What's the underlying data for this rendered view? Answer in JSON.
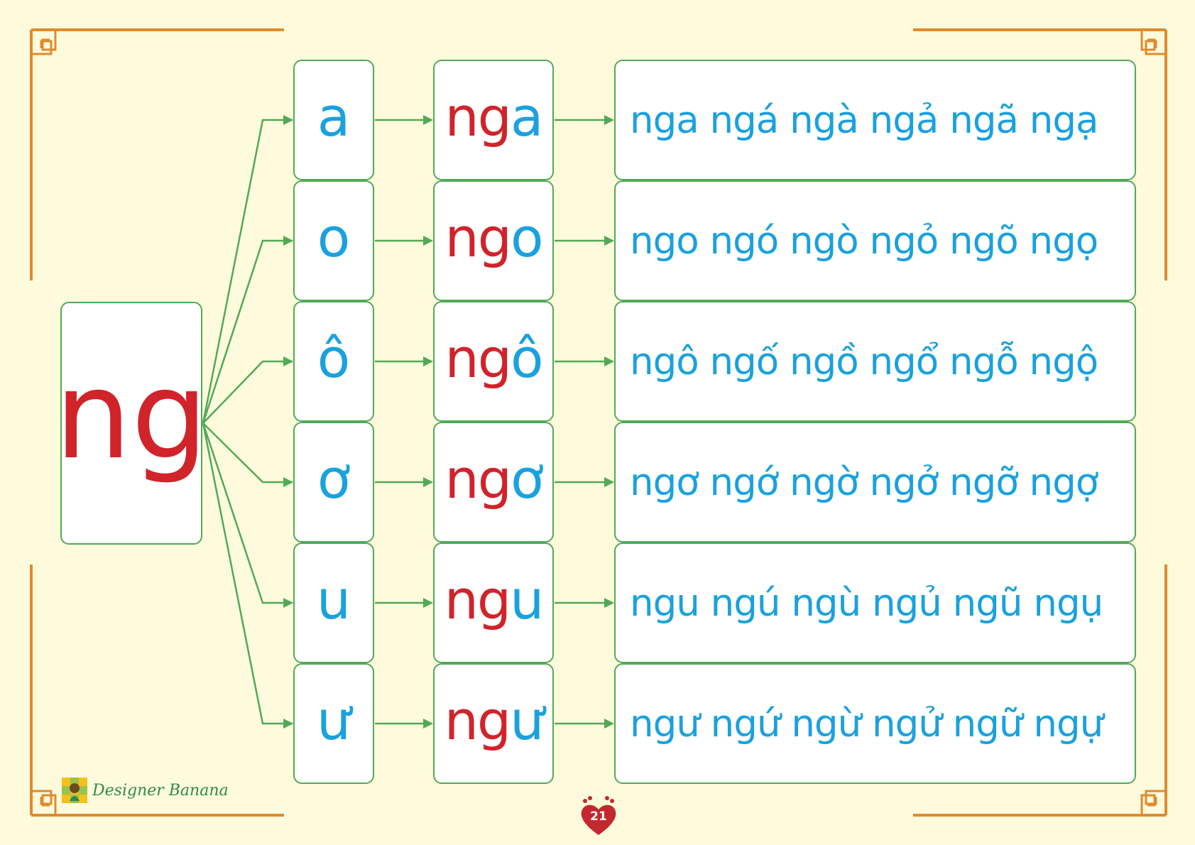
{
  "consonant": "ng",
  "rows": [
    {
      "vowel": "a",
      "syllable_onset": "ng",
      "syllable_vowel": "a",
      "tones": "nga ngá ngà ngả ngã ngạ"
    },
    {
      "vowel": "o",
      "syllable_onset": "ng",
      "syllable_vowel": "o",
      "tones": "ngo ngó ngò ngỏ ngõ ngọ"
    },
    {
      "vowel": "ô",
      "syllable_onset": "ng",
      "syllable_vowel": "ô",
      "tones": "ngô ngố ngồ ngổ ngỗ ngộ"
    },
    {
      "vowel": "ơ",
      "syllable_onset": "ng",
      "syllable_vowel": "ơ",
      "tones": "ngơ ngớ ngờ ngở ngỡ ngợ"
    },
    {
      "vowel": "u",
      "syllable_onset": "ng",
      "syllable_vowel": "u",
      "tones": "ngu ngú ngù ngủ ngũ ngụ"
    },
    {
      "vowel": "ư",
      "syllable_onset": "ng",
      "syllable_vowel": "ư",
      "tones": "ngư ngứ ngừ ngử ngữ ngự"
    }
  ],
  "brand": "Designer Banana",
  "page_number": "21",
  "colors": {
    "background": "#fefbdc",
    "box_border": "#52a957",
    "arrow": "#52a957",
    "frame": "#e08a2c",
    "consonant": "#d1232a",
    "vowel": "#1aa1de"
  },
  "icons": [
    "corner-ornament-icon",
    "banana-logo-icon",
    "heart-footprint-icon"
  ]
}
